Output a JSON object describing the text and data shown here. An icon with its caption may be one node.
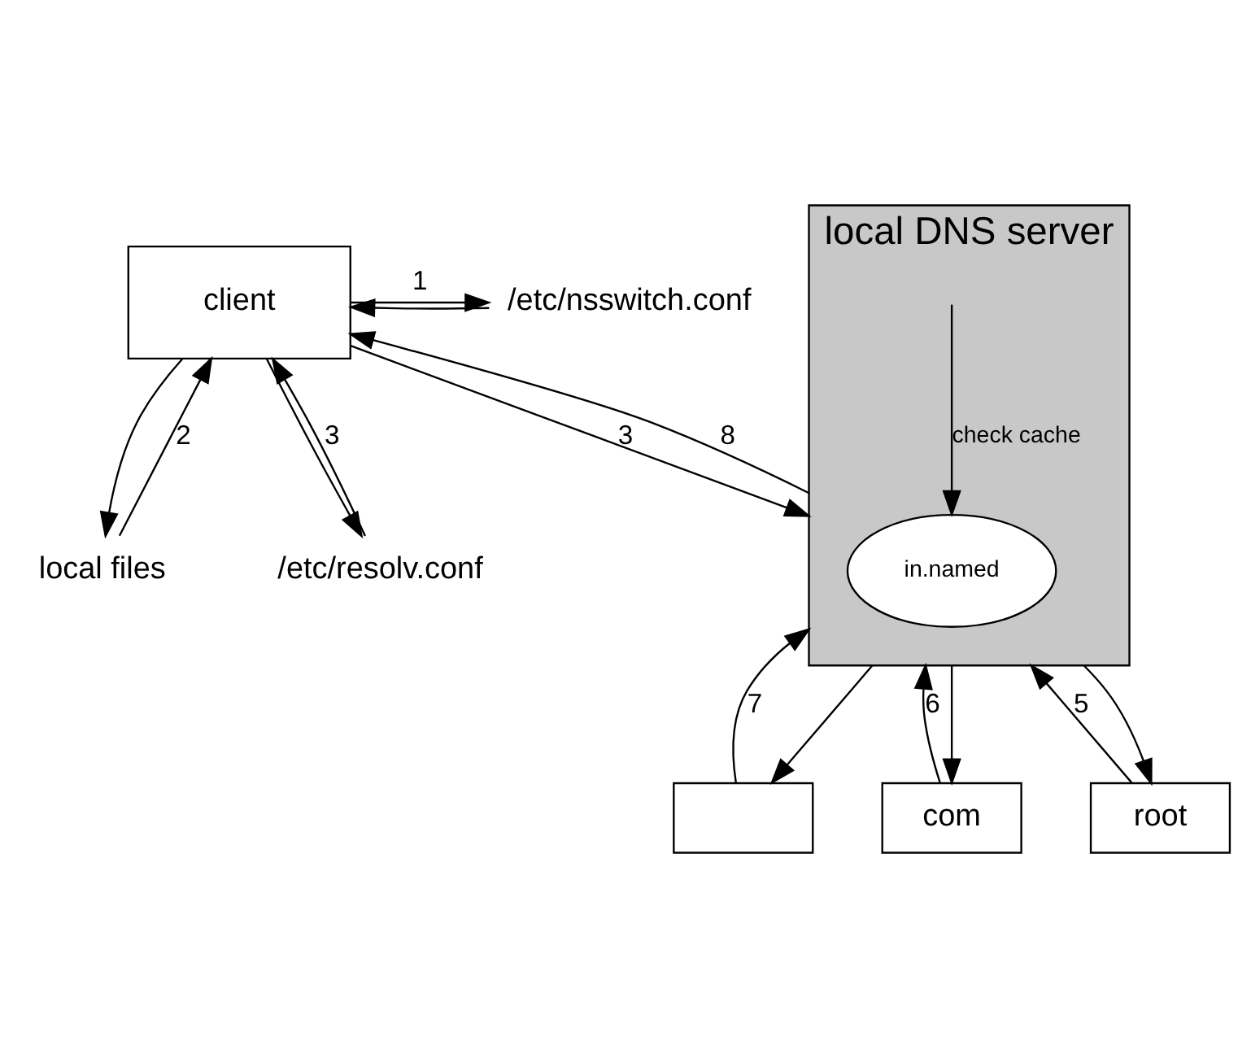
{
  "diagram": {
    "nodes": [
      {
        "text": [
          "client"
        ]
      },
      {
        "text": [
          "/etc/nsswitch.conf"
        ]
      },
      {
        "text": [
          "local files"
        ]
      },
      {
        "text": [
          "/etc/resolv.conf"
        ]
      },
      {
        "text": [
          "local DNS server"
        ]
      },
      {
        "text": [
          "in.named"
        ],
        "in": 4
      },
      {
        "text": [],
        "shape": "box"
      },
      {
        "text": [
          "com"
        ]
      },
      {
        "text": [
          "root"
        ]
      }
    ],
    "edges": [
      {
        "from": 0,
        "to": 1,
        "arrow": "to",
        "label": "1"
      },
      {
        "from": 1,
        "to": 0,
        "arrow": "to"
      },
      {
        "from": 0,
        "to": 2,
        "arrow": "to"
      },
      {
        "from": 2,
        "to": 0,
        "arrow": "to",
        "label": "2"
      },
      {
        "from": 0,
        "to": 3,
        "arrow": "to"
      },
      {
        "from": 3,
        "to": 0,
        "arrow": "to",
        "label": "3"
      },
      {
        "from": 0,
        "to": 4,
        "arrow": "to",
        "label": "3"
      },
      {
        "from": 4,
        "to": 0,
        "arrow": "to",
        "label": "8"
      },
      {
        "from": null,
        "to": 5,
        "arrow": "to",
        "label": "check cache"
      },
      {
        "from": 8,
        "to": 4,
        "arrow": "to",
        "label": "5"
      },
      {
        "from": 4,
        "to": 8,
        "arrow": "to"
      },
      {
        "from": 7,
        "to": 4,
        "arrow": "to",
        "label": "6"
      },
      {
        "from": 4,
        "to": 7,
        "arrow": "to"
      },
      {
        "from": 6,
        "to": 4,
        "arrow": "to",
        "label": "7"
      },
      {
        "from": 4,
        "to": 6,
        "arrow": "to"
      }
    ]
  }
}
